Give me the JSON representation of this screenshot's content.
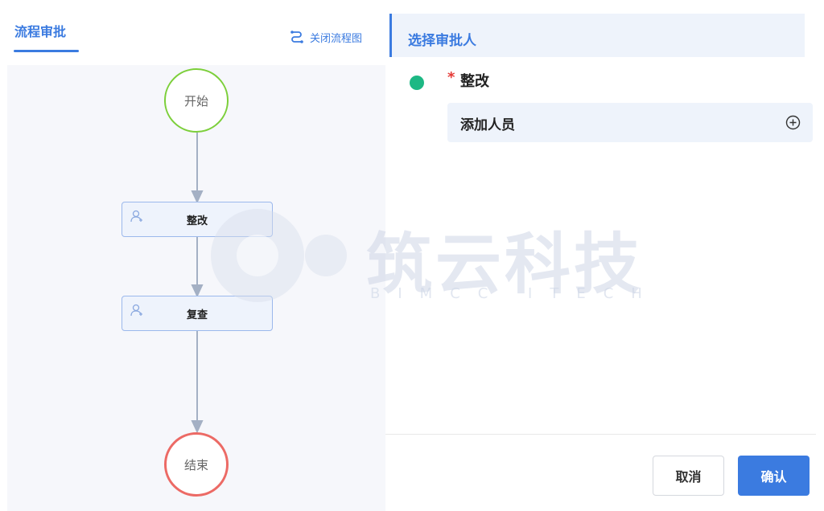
{
  "left_panel": {
    "tab_label": "流程审批",
    "close_flow_label": "关闭流程图",
    "flow": {
      "start_label": "开始",
      "nodes": [
        "整改",
        "复查"
      ],
      "end_label": "结束"
    }
  },
  "watermark": {
    "title": "筑云科技",
    "subtitle": "BIMCC ITECH"
  },
  "right_panel": {
    "header_title": "选择审批人",
    "step": {
      "required_mark": "*",
      "name": "整改"
    },
    "add_person_label": "添加人员"
  },
  "footer": {
    "cancel_label": "取消",
    "confirm_label": "确认"
  },
  "colors": {
    "accent": "#3b7be0",
    "start_border": "#7ccf3a",
    "end_border": "#ec6a65",
    "status_dot": "#1db884"
  }
}
